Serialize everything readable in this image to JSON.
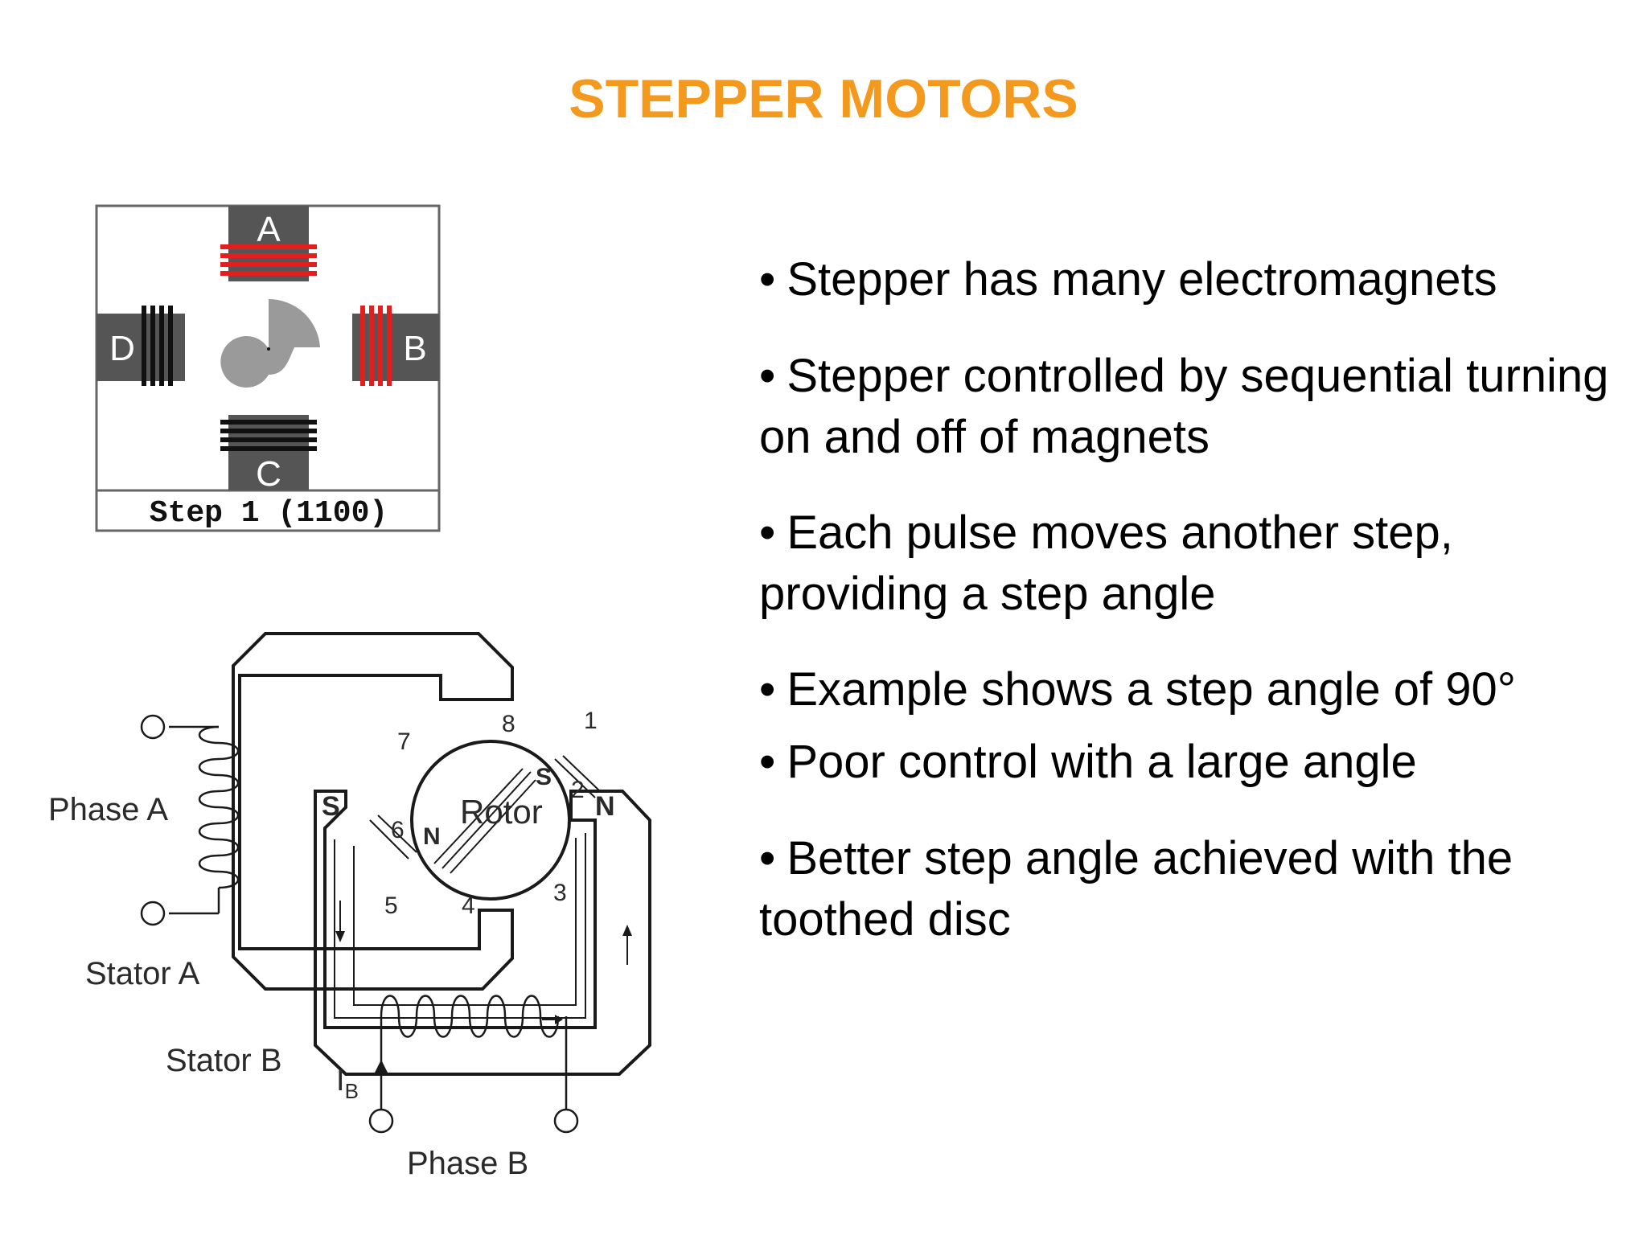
{
  "slide": {
    "title": "STEPPER MOTORS",
    "title_color": "#F39A1E"
  },
  "bullets": [
    "Stepper has many electromagnets",
    "Stepper controlled by sequential turning on and off of magnets",
    "Each pulse moves another step, providing a step angle",
    "Example shows a step angle of 90°",
    "Poor control with a large angle",
    "Better step angle achieved with the toothed disc"
  ],
  "animation_figure": {
    "pole_labels": [
      "A",
      "B",
      "C",
      "D"
    ],
    "step_caption": "Step 1  (1100)",
    "energized_color": "#E41E1E",
    "off_color": "#111111"
  },
  "motor_diagram": {
    "labels": {
      "phase_a": "Phase A",
      "phase_b": "Phase B",
      "stator_a": "Stator A",
      "stator_b": "Stator B",
      "rotor": "Rotor",
      "current_b": "I",
      "current_b_sub": "B",
      "pole_n": "N",
      "pole_s": "S"
    },
    "positions": [
      "1",
      "2",
      "3",
      "4",
      "5",
      "6",
      "7",
      "8"
    ]
  }
}
